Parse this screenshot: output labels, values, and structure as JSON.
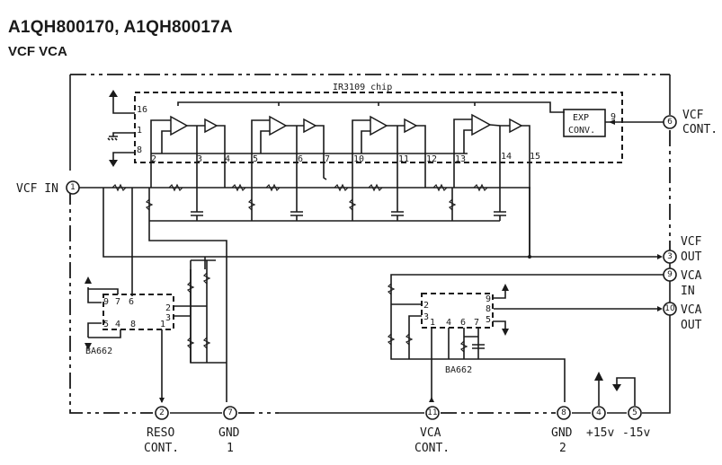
{
  "header": {
    "title": "A1QH800170, A1QH80017A",
    "subtitle": "VCF VCA"
  },
  "chips": {
    "filter_chip": {
      "label": "IR3109 chip",
      "exp_converter": [
        "EXP",
        "CONV."
      ],
      "pins": [
        "16",
        "1",
        "8",
        "2",
        "3",
        "4",
        "5",
        "6",
        "7",
        "10",
        "11",
        "12",
        "13",
        "14",
        "15",
        "9"
      ]
    },
    "reso_chip": {
      "label": "BA662",
      "pins": [
        "9",
        "7",
        "6",
        "5",
        "4",
        "8",
        "1",
        "2",
        "3"
      ]
    },
    "vca_chip": {
      "label": "BA662",
      "pins": [
        "2",
        "3",
        "1",
        "4",
        "6",
        "7",
        "9",
        "8",
        "5"
      ]
    }
  },
  "connectors": [
    {
      "num": "1",
      "label": [
        "VCF IN"
      ]
    },
    {
      "num": "6",
      "label": [
        "VCF",
        "CONT."
      ]
    },
    {
      "num": "3",
      "label": [
        "VCF",
        "OUT"
      ]
    },
    {
      "num": "9",
      "label": [
        "VCA",
        "IN"
      ]
    },
    {
      "num": "10",
      "label": [
        "VCA",
        "OUT"
      ]
    },
    {
      "num": "2",
      "label": [
        "RESO",
        "CONT."
      ]
    },
    {
      "num": "7",
      "label": [
        "GND",
        "1"
      ]
    },
    {
      "num": "11",
      "label": [
        "VCA",
        "CONT."
      ]
    },
    {
      "num": "8",
      "label": [
        "GND",
        "2"
      ]
    },
    {
      "num": "4",
      "label": [
        "+15v"
      ]
    },
    {
      "num": "5",
      "label": [
        "-15v"
      ]
    }
  ]
}
